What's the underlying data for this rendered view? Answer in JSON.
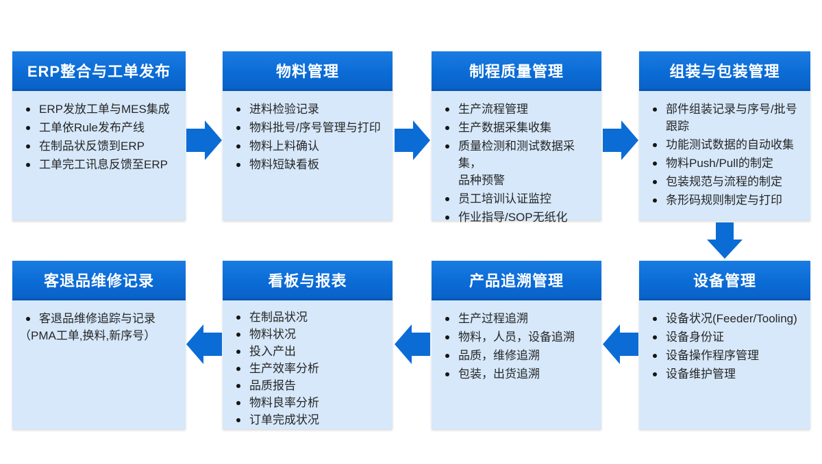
{
  "colors": {
    "header_blue": "#0b6cd6",
    "body_blue": "#d6e8fa",
    "arrow_blue": "#0b6cd6",
    "text_color": "#262626",
    "title_text": "#ffffff"
  },
  "boxes": [
    {
      "title": "ERP整合与工单发布",
      "items": [
        {
          "text": "ERP发放工单与MES集成"
        },
        {
          "text": "工单依Rule发布产线"
        },
        {
          "text": "在制品状反馈到ERP"
        },
        {
          "text": "工单完工讯息反馈至ERP"
        }
      ]
    },
    {
      "title": "物料管理",
      "items": [
        {
          "text": "进料检验记录"
        },
        {
          "text": "物料批号/序号管理与打印"
        },
        {
          "text": "物料上料确认"
        },
        {
          "text": "物料短缺看板"
        }
      ]
    },
    {
      "title": "制程质量管理",
      "items": [
        {
          "text": "生产流程管理"
        },
        {
          "text": "生产数据采集收集"
        },
        {
          "text": "质量检测和测试数据采集，",
          "text2": "品种预警"
        },
        {
          "text": "员工培训认证监控"
        },
        {
          "text": "作业指导/SOP无纸化"
        }
      ]
    },
    {
      "title": "组装与包装管理",
      "items": [
        {
          "text": "部件组装记录与序号/批号",
          "text2": "跟踪"
        },
        {
          "text": "功能测试数据的自动收集"
        },
        {
          "text": "物料Push/Pull的制定"
        },
        {
          "text": "包装规范与流程的制定"
        },
        {
          "text": "条形码规则制定与打印"
        }
      ]
    },
    {
      "title": "设备管理",
      "items": [
        {
          "text": "设备状况(Feeder/Tooling)"
        },
        {
          "text": "设备身份证"
        },
        {
          "text": "设备操作程序管理"
        },
        {
          "text": "设备维护管理"
        }
      ]
    },
    {
      "title": "产品追溯管理",
      "items": [
        {
          "text": "生产过程追溯"
        },
        {
          "text": "物料，人员，设备追溯"
        },
        {
          "text": "品质，维修追溯"
        },
        {
          "text": "包装，出货追溯"
        }
      ]
    },
    {
      "title": "看板与报表",
      "items": [
        {
          "text": "在制品状况"
        },
        {
          "text": "物料状况"
        },
        {
          "text": "投入产出"
        },
        {
          "text": "生产效率分析"
        },
        {
          "text": "品质报告"
        },
        {
          "text": "物料良率分析"
        },
        {
          "text": "订单完成状况"
        }
      ]
    },
    {
      "title": "客退品维修记录",
      "items": [
        {
          "text": "客退品维修追踪与记录",
          "text2": "（PMA工单,换料,新序号）"
        }
      ]
    }
  ],
  "arrows": [
    {
      "from": "ERP整合与工单发布",
      "to": "物料管理",
      "direction": "right"
    },
    {
      "from": "物料管理",
      "to": "制程质量管理",
      "direction": "right"
    },
    {
      "from": "制程质量管理",
      "to": "组装与包装管理",
      "direction": "right"
    },
    {
      "from": "组装与包装管理",
      "to": "设备管理",
      "direction": "down"
    },
    {
      "from": "设备管理",
      "to": "产品追溯管理",
      "direction": "left"
    },
    {
      "from": "产品追溯管理",
      "to": "看板与报表",
      "direction": "left"
    },
    {
      "from": "看板与报表",
      "to": "客退品维修记录",
      "direction": "left"
    }
  ]
}
